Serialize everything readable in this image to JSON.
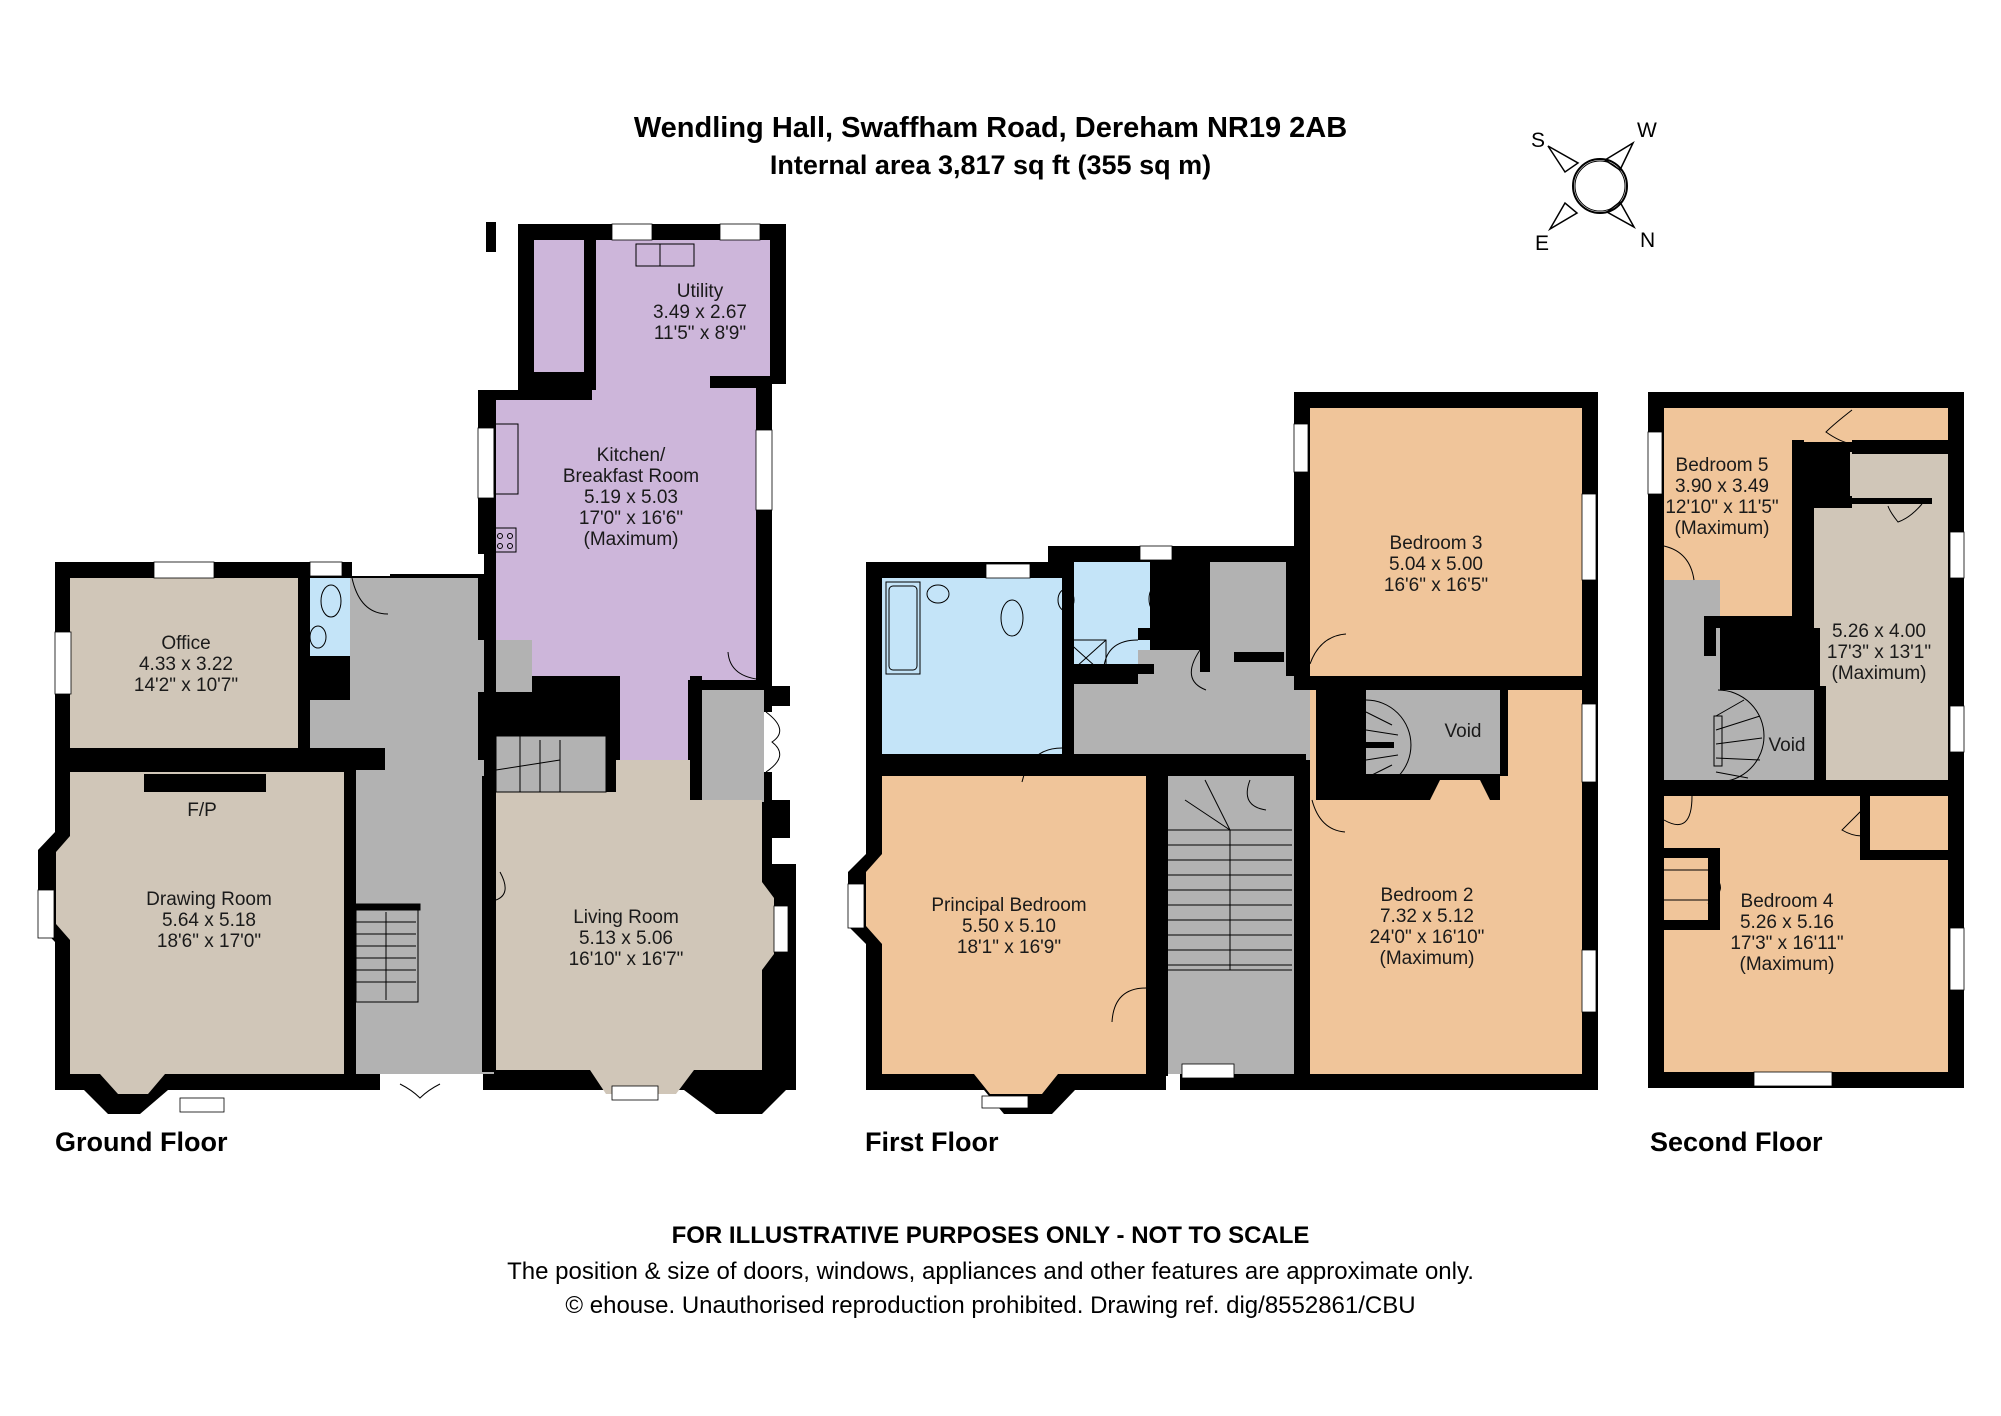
{
  "header": {
    "address": "Wendling Hall, Swaffham Road, Dereham NR19 2AB",
    "internal_area": "Internal area 3,817 sq ft (355 sq m)"
  },
  "compass": {
    "top_left": "S",
    "top_right": "W",
    "bottom_left": "E",
    "bottom_right": "N"
  },
  "colors": {
    "wall": "#000000",
    "reception": "#d0c6b8",
    "kitchen": "#cdb6da",
    "bathroom": "#c4e4f8",
    "bedroom": "#f0c59a",
    "circulation": "#b2b2b2",
    "window": "#ffffff"
  },
  "floors": {
    "ground": {
      "label": "Ground Floor",
      "rooms": {
        "utility": {
          "name": "Utility",
          "metric": "3.49 x 2.67",
          "imperial": "11'5\" x 8'9\""
        },
        "kitchen": {
          "name1": "Kitchen/",
          "name2": "Breakfast Room",
          "metric": "5.19 x 5.03",
          "imperial": "17'0\" x 16'6\"",
          "note": "(Maximum)"
        },
        "office": {
          "name": "Office",
          "metric": "4.33 x 3.22",
          "imperial": "14'2\" x 10'7\""
        },
        "drawing": {
          "name": "Drawing Room",
          "metric": "5.64 x 5.18",
          "imperial": "18'6\" x 17'0\"",
          "feature": "F/P"
        },
        "living": {
          "name": "Living Room",
          "metric": "5.13 x 5.06",
          "imperial": "16'10\" x 16'7\""
        }
      }
    },
    "first": {
      "label": "First Floor",
      "rooms": {
        "bedroom3": {
          "name": "Bedroom 3",
          "metric": "5.04 x 5.00",
          "imperial": "16'6\" x 16'5\""
        },
        "void": {
          "name": "Void"
        },
        "principal": {
          "name": "Principal Bedroom",
          "metric": "5.50 x 5.10",
          "imperial": "18'1\" x 16'9\""
        },
        "bedroom2": {
          "name": "Bedroom 2",
          "metric": "7.32 x 5.12",
          "imperial": "24'0\" x 16'10\"",
          "note": "(Maximum)"
        }
      }
    },
    "second": {
      "label": "Second Floor",
      "rooms": {
        "bedroom5": {
          "name": "Bedroom 5",
          "metric": "3.90 x 3.49",
          "imperial": "12'10\" x 11'5\"",
          "note": "(Maximum)"
        },
        "room": {
          "metric": "5.26 x 4.00",
          "imperial": "17'3\" x 13'1\"",
          "note": "(Maximum)"
        },
        "void": {
          "name": "Void"
        },
        "bedroom4": {
          "name": "Bedroom 4",
          "metric": "5.26 x 5.16",
          "imperial": "17'3\" x 16'11\"",
          "note": "(Maximum)"
        }
      }
    }
  },
  "footer": {
    "disclaimer": "FOR ILLUSTRATIVE PURPOSES ONLY - NOT TO SCALE",
    "note": "The position & size of doors, windows, appliances and other features are approximate only.",
    "copyright": "© ehouse. Unauthorised reproduction prohibited. Drawing ref. dig/8552861/CBU"
  }
}
